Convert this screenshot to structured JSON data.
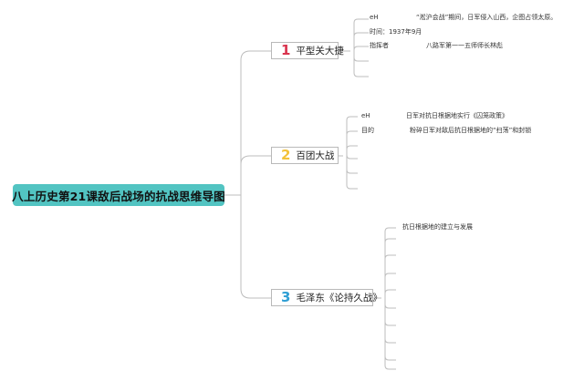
{
  "root": {
    "title": "八上历史第21课敌后战场的抗战思维导图"
  },
  "branches": [
    {
      "number": "1",
      "label": "平型关大捷",
      "details": [
        {
          "key": "eH",
          "value": "“淞沪会战”期间，日军侵入山西，企图占领太原。"
        },
        {
          "key": "时间：1937年9月",
          "value": ""
        },
        {
          "key": "指挥者",
          "value": "八路军第一一五师师长林彪"
        }
      ]
    },
    {
      "number": "2",
      "label": "百团大战",
      "details": [
        {
          "key": "eH",
          "value": "日军对抗日根据地实行《囚笼政策》"
        },
        {
          "key": "目的",
          "value": "粉碎日军对敌后抗日根据地的“扫荡”和封锁"
        }
      ]
    },
    {
      "number": "3",
      "label": "毛泽东《论持久战》",
      "details": [
        {
          "key": "抗日根据地的建立与发展",
          "value": ""
        }
      ]
    }
  ]
}
